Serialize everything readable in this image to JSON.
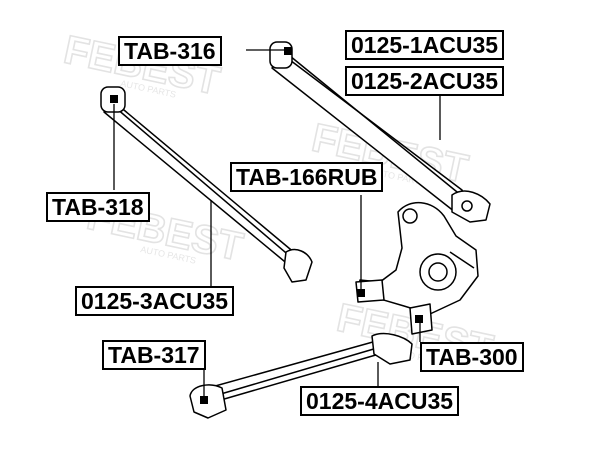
{
  "watermark": {
    "brand": "FEBEST",
    "tagline": "AUTO PARTS"
  },
  "labels": {
    "tab316": "TAB-316",
    "acu35_1": "0125-1ACU35",
    "acu35_2": "0125-2ACU35",
    "tab318": "TAB-318",
    "tab166rub": "TAB-166RUB",
    "acu35_3": "0125-3ACU35",
    "tab300": "TAB-300",
    "tab317": "TAB-317",
    "acu35_4": "0125-4ACU35"
  },
  "colors": {
    "line": "#000000",
    "watermark": "#e6e6e6",
    "label_bg": "#ffffff"
  }
}
